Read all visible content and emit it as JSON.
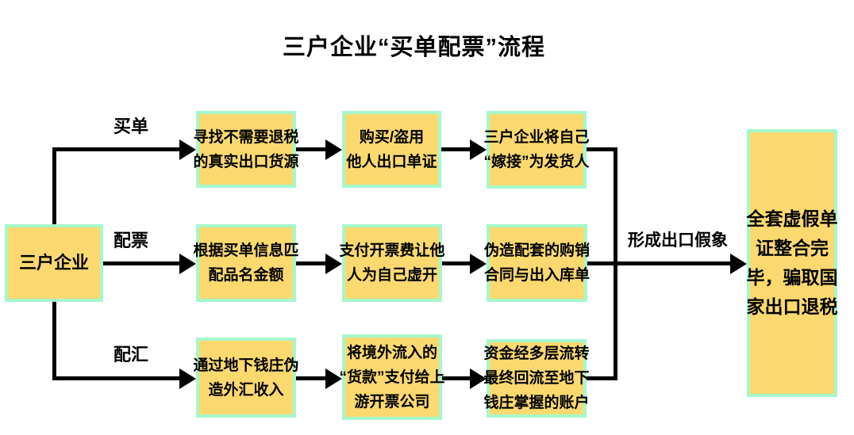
{
  "title": "三户企业“买单配票”流程",
  "source": {
    "label": "三户企业"
  },
  "merge_label": "形成出口假象",
  "result": {
    "lines": [
      "全套虚假单",
      "证整合完",
      "毕，骗取国",
      "家出口退税"
    ]
  },
  "branches": [
    {
      "label": "买单",
      "boxes": [
        {
          "lines": [
            "寻找不需要退税",
            "的真实出口货源"
          ]
        },
        {
          "lines": [
            "购买/盗用",
            "他人出口单证"
          ]
        },
        {
          "lines": [
            "三户企业将自己",
            "“嫁接”为发货人"
          ]
        }
      ]
    },
    {
      "label": "配票",
      "boxes": [
        {
          "lines": [
            "根据买单信息匹",
            "配品名金额"
          ]
        },
        {
          "lines": [
            "支付开票费让他",
            "人为自己虚开"
          ]
        },
        {
          "lines": [
            "伪造配套的购销",
            "合同与出入库单"
          ]
        }
      ]
    },
    {
      "label": "配汇",
      "boxes": [
        {
          "lines": [
            "通过地下钱庄伪",
            "造外汇收入"
          ]
        },
        {
          "lines": [
            "将境外流入的",
            "“货款”支付给上",
            "游开票公司"
          ]
        },
        {
          "lines": [
            "资金经多层流转",
            "最终回流至地下",
            "钱庄掌握的账户"
          ]
        }
      ]
    }
  ],
  "colors": {
    "box_fill": "#FBD96F",
    "box_border": "#A6F7CC",
    "line": "#000000",
    "background": "#FFFFFF"
  }
}
